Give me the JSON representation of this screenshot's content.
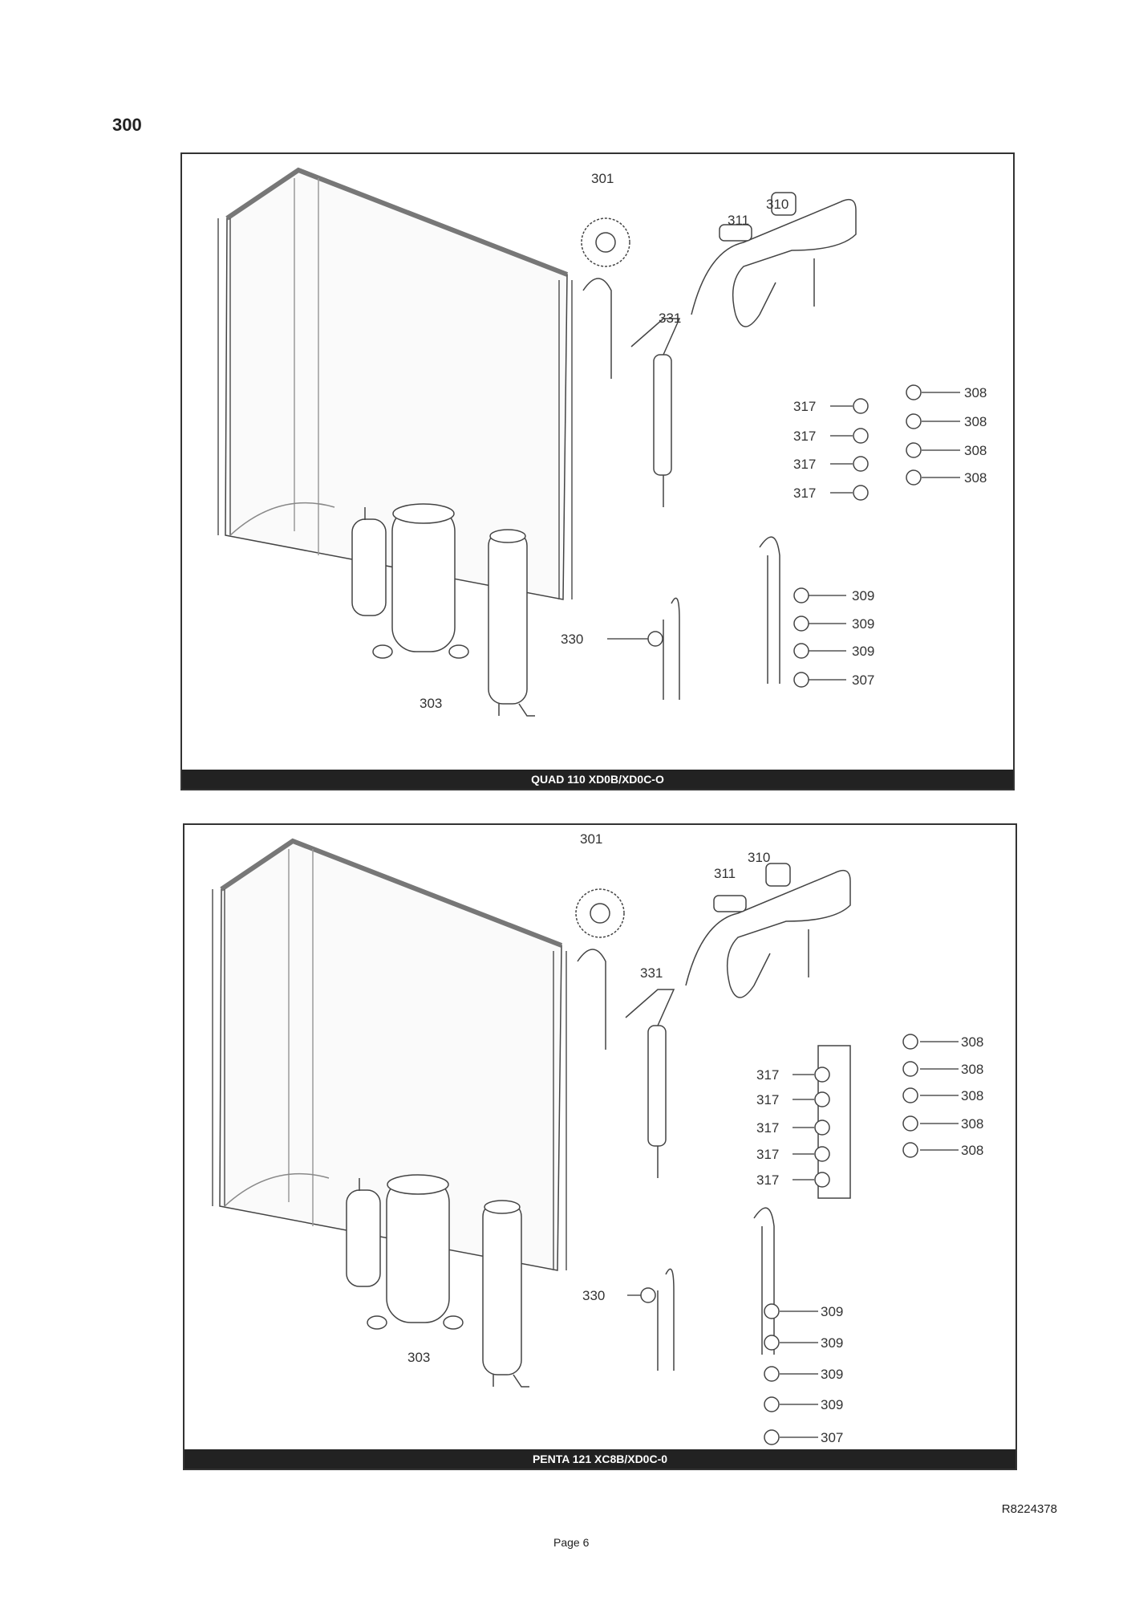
{
  "section_number": "300",
  "panels": [
    {
      "caption": "QUAD 110 XD0B/XD0C-O",
      "labels": [
        "301",
        "310",
        "311",
        "331",
        "317",
        "317",
        "317",
        "317",
        "308",
        "308",
        "308",
        "308",
        "309",
        "309",
        "309",
        "307",
        "330",
        "303"
      ]
    },
    {
      "caption": "PENTA 121 XC8B/XD0C-0",
      "labels": [
        "301",
        "310",
        "311",
        "331",
        "317",
        "317",
        "317",
        "317",
        "317",
        "308",
        "308",
        "308",
        "308",
        "308",
        "309",
        "309",
        "309",
        "309",
        "307",
        "330",
        "303"
      ]
    }
  ],
  "reference_code": "R8224378",
  "page_label": "Page 6"
}
